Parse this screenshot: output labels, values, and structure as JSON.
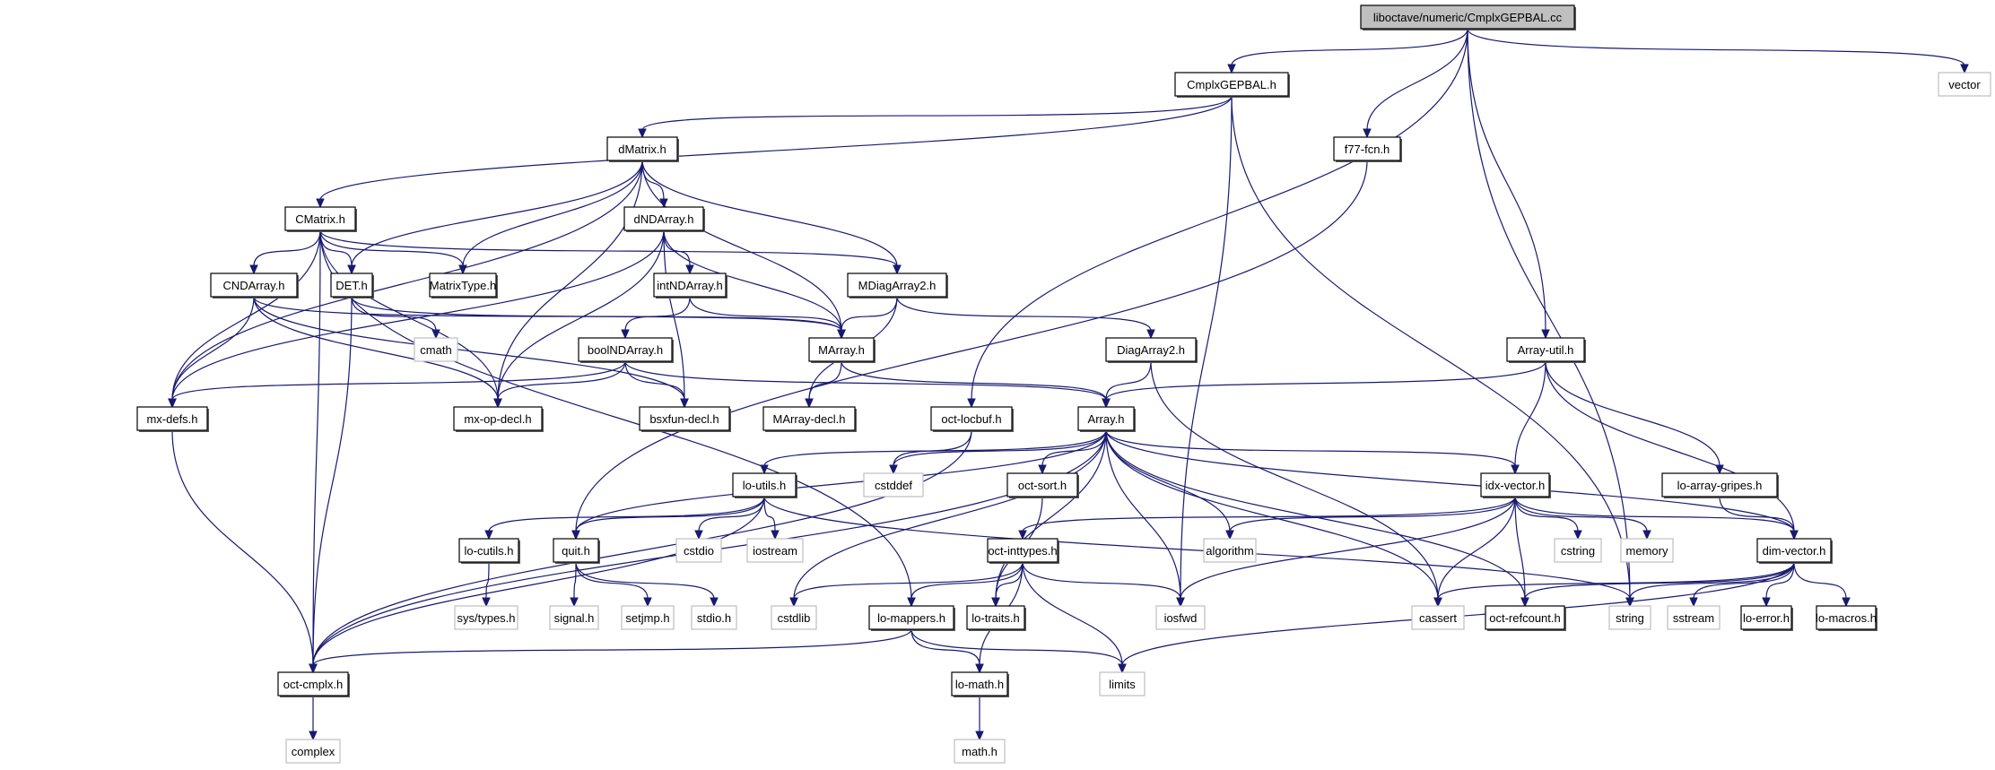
{
  "title": "liboctave/numeric/CmplxGEPBAL.cc",
  "colors": {
    "edge": "#191970",
    "root_fill": "#bfbfbf",
    "node_border": "#000000",
    "external_border": "#bfbfbf"
  },
  "nodes": [
    {
      "id": "root",
      "label": "liboctave/numeric/CmplxGEPBAL.cc",
      "kind": "root"
    },
    {
      "id": "CmplxGEPBAL_h",
      "label": "CmplxGEPBAL.h",
      "kind": "internal"
    },
    {
      "id": "vector",
      "label": "vector",
      "kind": "external"
    },
    {
      "id": "f77_fcn_h",
      "label": "f77-fcn.h",
      "kind": "internal"
    },
    {
      "id": "dMatrix_h",
      "label": "dMatrix.h",
      "kind": "internal"
    },
    {
      "id": "CMatrix_h",
      "label": "CMatrix.h",
      "kind": "internal"
    },
    {
      "id": "dNDArray_h",
      "label": "dNDArray.h",
      "kind": "internal"
    },
    {
      "id": "CNDArray_h",
      "label": "CNDArray.h",
      "kind": "internal"
    },
    {
      "id": "DET_h",
      "label": "DET.h",
      "kind": "internal"
    },
    {
      "id": "MatrixType_h",
      "label": "MatrixType.h",
      "kind": "internal"
    },
    {
      "id": "intNDArray_h",
      "label": "intNDArray.h",
      "kind": "internal"
    },
    {
      "id": "MDiagArray2_h",
      "label": "MDiagArray2.h",
      "kind": "internal"
    },
    {
      "id": "cmath",
      "label": "cmath",
      "kind": "external"
    },
    {
      "id": "boolNDArray_h",
      "label": "boolNDArray.h",
      "kind": "internal"
    },
    {
      "id": "MArray_h",
      "label": "MArray.h",
      "kind": "internal"
    },
    {
      "id": "DiagArray2_h",
      "label": "DiagArray2.h",
      "kind": "internal"
    },
    {
      "id": "Array_util_h",
      "label": "Array-util.h",
      "kind": "internal"
    },
    {
      "id": "mx_defs_h",
      "label": "mx-defs.h",
      "kind": "internal"
    },
    {
      "id": "mx_op_decl_h",
      "label": "mx-op-decl.h",
      "kind": "internal"
    },
    {
      "id": "bsxfun_decl_h",
      "label": "bsxfun-decl.h",
      "kind": "internal"
    },
    {
      "id": "MArray_decl_h",
      "label": "MArray-decl.h",
      "kind": "internal"
    },
    {
      "id": "oct_locbuf_h",
      "label": "oct-locbuf.h",
      "kind": "internal"
    },
    {
      "id": "Array_h",
      "label": "Array.h",
      "kind": "internal"
    },
    {
      "id": "lo_array_gripes_h",
      "label": "lo-array-gripes.h",
      "kind": "internal"
    },
    {
      "id": "cstddef",
      "label": "cstddef",
      "kind": "external"
    },
    {
      "id": "lo_utils_h",
      "label": "lo-utils.h",
      "kind": "internal"
    },
    {
      "id": "oct_sort_h",
      "label": "oct-sort.h",
      "kind": "internal"
    },
    {
      "id": "idx_vector_h",
      "label": "idx-vector.h",
      "kind": "internal"
    },
    {
      "id": "lo_cutils_h",
      "label": "lo-cutils.h",
      "kind": "internal"
    },
    {
      "id": "quit_h",
      "label": "quit.h",
      "kind": "internal"
    },
    {
      "id": "cstdio",
      "label": "cstdio",
      "kind": "external"
    },
    {
      "id": "iostream",
      "label": "iostream",
      "kind": "external"
    },
    {
      "id": "oct_inttypes_h",
      "label": "oct-inttypes.h",
      "kind": "internal"
    },
    {
      "id": "algorithm",
      "label": "algorithm",
      "kind": "external"
    },
    {
      "id": "cstring",
      "label": "cstring",
      "kind": "external"
    },
    {
      "id": "memory",
      "label": "memory",
      "kind": "external"
    },
    {
      "id": "dim_vector_h",
      "label": "dim-vector.h",
      "kind": "internal"
    },
    {
      "id": "sys_types_h",
      "label": "sys/types.h",
      "kind": "external"
    },
    {
      "id": "signal_h",
      "label": "signal.h",
      "kind": "external"
    },
    {
      "id": "setjmp_h",
      "label": "setjmp.h",
      "kind": "external"
    },
    {
      "id": "stdio_h",
      "label": "stdio.h",
      "kind": "external"
    },
    {
      "id": "cstdlib",
      "label": "cstdlib",
      "kind": "external"
    },
    {
      "id": "lo_mappers_h",
      "label": "lo-mappers.h",
      "kind": "internal"
    },
    {
      "id": "lo_traits_h",
      "label": "lo-traits.h",
      "kind": "internal"
    },
    {
      "id": "iosfwd",
      "label": "iosfwd",
      "kind": "external"
    },
    {
      "id": "cassert",
      "label": "cassert",
      "kind": "external"
    },
    {
      "id": "oct_refcount_h",
      "label": "oct-refcount.h",
      "kind": "internal"
    },
    {
      "id": "string",
      "label": "string",
      "kind": "external"
    },
    {
      "id": "sstream",
      "label": "sstream",
      "kind": "external"
    },
    {
      "id": "lo_error_h",
      "label": "lo-error.h",
      "kind": "internal"
    },
    {
      "id": "lo_macros_h",
      "label": "lo-macros.h",
      "kind": "internal"
    },
    {
      "id": "oct_cmplx_h",
      "label": "oct-cmplx.h",
      "kind": "internal"
    },
    {
      "id": "limits",
      "label": "limits",
      "kind": "external"
    },
    {
      "id": "lo_math_h",
      "label": "lo-math.h",
      "kind": "internal"
    },
    {
      "id": "complex",
      "label": "complex",
      "kind": "external"
    },
    {
      "id": "math_h",
      "label": "math.h",
      "kind": "external"
    }
  ],
  "edges": [
    [
      "root",
      "CmplxGEPBAL_h"
    ],
    [
      "root",
      "vector"
    ],
    [
      "root",
      "f77_fcn_h"
    ],
    [
      "root",
      "Array_util_h"
    ],
    [
      "root",
      "oct_locbuf_h"
    ],
    [
      "root",
      "string"
    ],
    [
      "CmplxGEPBAL_h",
      "dMatrix_h"
    ],
    [
      "CmplxGEPBAL_h",
      "CMatrix_h"
    ],
    [
      "CmplxGEPBAL_h",
      "iosfwd"
    ],
    [
      "CmplxGEPBAL_h",
      "string"
    ],
    [
      "f77_fcn_h",
      "quit_h"
    ],
    [
      "dMatrix_h",
      "dNDArray_h"
    ],
    [
      "dMatrix_h",
      "MatrixType_h"
    ],
    [
      "dMatrix_h",
      "DET_h"
    ],
    [
      "dMatrix_h",
      "MDiagArray2_h"
    ],
    [
      "dMatrix_h",
      "MArray_h"
    ],
    [
      "dMatrix_h",
      "mx_defs_h"
    ],
    [
      "dMatrix_h",
      "mx_op_decl_h"
    ],
    [
      "CMatrix_h",
      "CNDArray_h"
    ],
    [
      "CMatrix_h",
      "DET_h"
    ],
    [
      "CMatrix_h",
      "MatrixType_h"
    ],
    [
      "CMatrix_h",
      "MDiagArray2_h"
    ],
    [
      "CMatrix_h",
      "mx_defs_h"
    ],
    [
      "CMatrix_h",
      "mx_op_decl_h"
    ],
    [
      "CMatrix_h",
      "oct_cmplx_h"
    ],
    [
      "CMatrix_h",
      "lo_mappers_h"
    ],
    [
      "dNDArray_h",
      "intNDArray_h"
    ],
    [
      "dNDArray_h",
      "MArray_h"
    ],
    [
      "dNDArray_h",
      "bsxfun_decl_h"
    ],
    [
      "dNDArray_h",
      "mx_op_decl_h"
    ],
    [
      "dNDArray_h",
      "mx_defs_h"
    ],
    [
      "CNDArray_h",
      "MArray_h"
    ],
    [
      "CNDArray_h",
      "mx_defs_h"
    ],
    [
      "CNDArray_h",
      "mx_op_decl_h"
    ],
    [
      "CNDArray_h",
      "bsxfun_decl_h"
    ],
    [
      "DET_h",
      "cmath"
    ],
    [
      "DET_h",
      "oct_cmplx_h"
    ],
    [
      "DET_h",
      "MArray_h"
    ],
    [
      "intNDArray_h",
      "boolNDArray_h"
    ],
    [
      "intNDArray_h",
      "MArray_h"
    ],
    [
      "MDiagArray2_h",
      "MArray_h"
    ],
    [
      "MDiagArray2_h",
      "DiagArray2_h"
    ],
    [
      "MDiagArray2_h",
      "MArray_decl_h"
    ],
    [
      "boolNDArray_h",
      "mx_defs_h"
    ],
    [
      "boolNDArray_h",
      "mx_op_decl_h"
    ],
    [
      "boolNDArray_h",
      "bsxfun_decl_h"
    ],
    [
      "boolNDArray_h",
      "Array_h"
    ],
    [
      "MArray_h",
      "MArray_decl_h"
    ],
    [
      "MArray_h",
      "Array_h"
    ],
    [
      "DiagArray2_h",
      "Array_h"
    ],
    [
      "DiagArray2_h",
      "cassert"
    ],
    [
      "Array_util_h",
      "Array_h"
    ],
    [
      "Array_util_h",
      "idx_vector_h"
    ],
    [
      "Array_util_h",
      "dim_vector_h"
    ],
    [
      "Array_util_h",
      "lo_array_gripes_h"
    ],
    [
      "mx_defs_h",
      "oct_cmplx_h"
    ],
    [
      "oct_locbuf_h",
      "cstddef"
    ],
    [
      "oct_locbuf_h",
      "oct_cmplx_h"
    ],
    [
      "Array_h",
      "lo_utils_h"
    ],
    [
      "Array_h",
      "oct_sort_h"
    ],
    [
      "Array_h",
      "idx_vector_h"
    ],
    [
      "Array_h",
      "cstddef"
    ],
    [
      "Array_h",
      "quit_h"
    ],
    [
      "Array_h",
      "algorithm"
    ],
    [
      "Array_h",
      "iosfwd"
    ],
    [
      "Array_h",
      "cassert"
    ],
    [
      "Array_h",
      "oct_refcount_h"
    ],
    [
      "Array_h",
      "dim_vector_h"
    ],
    [
      "Array_h",
      "lo_traits_h"
    ],
    [
      "Array_h",
      "cstdlib"
    ],
    [
      "Array_h",
      "oct_cmplx_h"
    ],
    [
      "lo_array_gripes_h",
      "dim_vector_h"
    ],
    [
      "lo_utils_h",
      "lo_cutils_h"
    ],
    [
      "lo_utils_h",
      "quit_h"
    ],
    [
      "lo_utils_h",
      "cstdio"
    ],
    [
      "lo_utils_h",
      "iostream"
    ],
    [
      "lo_utils_h",
      "string"
    ],
    [
      "lo_utils_h",
      "oct_cmplx_h"
    ],
    [
      "oct_sort_h",
      "lo_traits_h"
    ],
    [
      "idx_vector_h",
      "oct_inttypes_h"
    ],
    [
      "idx_vector_h",
      "algorithm"
    ],
    [
      "idx_vector_h",
      "cstring"
    ],
    [
      "idx_vector_h",
      "memory"
    ],
    [
      "idx_vector_h",
      "dim_vector_h"
    ],
    [
      "idx_vector_h",
      "iosfwd"
    ],
    [
      "idx_vector_h",
      "cassert"
    ],
    [
      "idx_vector_h",
      "oct_refcount_h"
    ],
    [
      "lo_cutils_h",
      "sys_types_h"
    ],
    [
      "quit_h",
      "signal_h"
    ],
    [
      "quit_h",
      "setjmp_h"
    ],
    [
      "quit_h",
      "stdio_h"
    ],
    [
      "oct_inttypes_h",
      "cstdlib"
    ],
    [
      "oct_inttypes_h",
      "lo_mappers_h"
    ],
    [
      "oct_inttypes_h",
      "lo_traits_h"
    ],
    [
      "oct_inttypes_h",
      "iosfwd"
    ],
    [
      "oct_inttypes_h",
      "limits"
    ],
    [
      "oct_inttypes_h",
      "lo_math_h"
    ],
    [
      "dim_vector_h",
      "cassert"
    ],
    [
      "dim_vector_h",
      "oct_refcount_h"
    ],
    [
      "dim_vector_h",
      "string"
    ],
    [
      "dim_vector_h",
      "sstream"
    ],
    [
      "dim_vector_h",
      "lo_error_h"
    ],
    [
      "dim_vector_h",
      "lo_macros_h"
    ],
    [
      "dim_vector_h",
      "limits"
    ],
    [
      "lo_mappers_h",
      "oct_cmplx_h"
    ],
    [
      "lo_mappers_h",
      "lo_math_h"
    ],
    [
      "lo_mappers_h",
      "limits"
    ],
    [
      "oct_cmplx_h",
      "complex"
    ],
    [
      "lo_math_h",
      "math_h"
    ]
  ]
}
